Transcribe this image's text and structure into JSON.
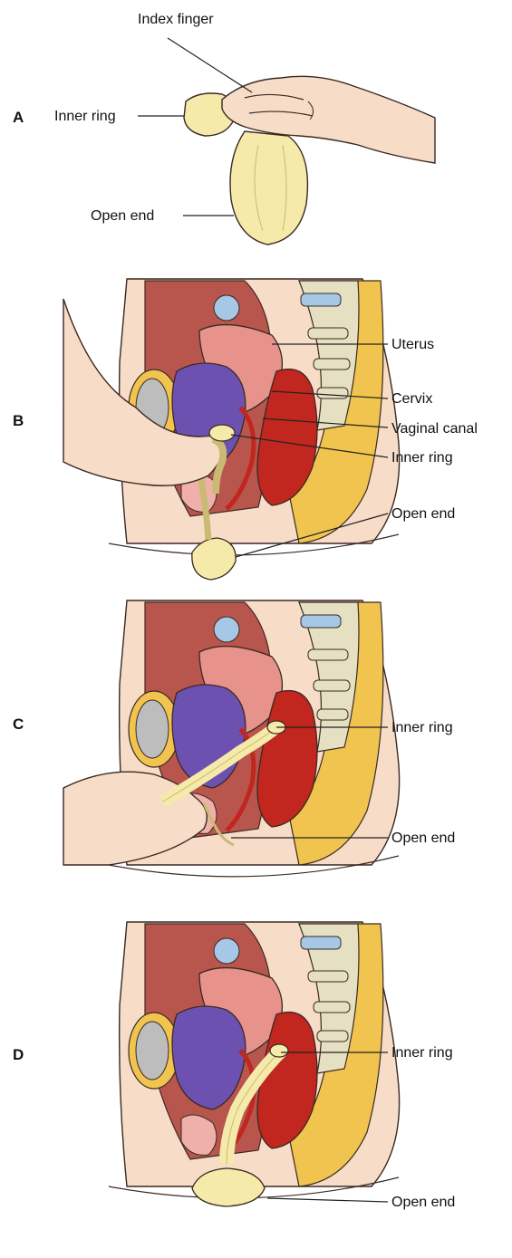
{
  "panels": {
    "a": {
      "letter": "A",
      "labels": {
        "index_finger": "Index finger",
        "inner_ring": "Inner ring",
        "open_end": "Open end"
      }
    },
    "b": {
      "letter": "B",
      "labels": {
        "uterus": "Uterus",
        "cervix": "Cervix",
        "vaginal_canal": "Vaginal canal",
        "inner_ring": "Inner ring",
        "open_end": "Open end"
      }
    },
    "c": {
      "letter": "C",
      "labels": {
        "inner_ring": "Inner ring",
        "open_end": "Open end"
      }
    },
    "d": {
      "letter": "D",
      "labels": {
        "inner_ring": "Inner ring",
        "open_end": "Open end"
      }
    }
  },
  "colors": {
    "skin": "#f7dcc8",
    "condom": "#f5eaa9",
    "tissue": "#d98a7e",
    "uterus": "#e7928a",
    "rectum": "#c1261f",
    "bladder": "#6c51b1",
    "bone": "#f0c44e",
    "spine": "#e6e0c2",
    "disc": "#a6c7e6",
    "cavity": "#b8564e"
  }
}
